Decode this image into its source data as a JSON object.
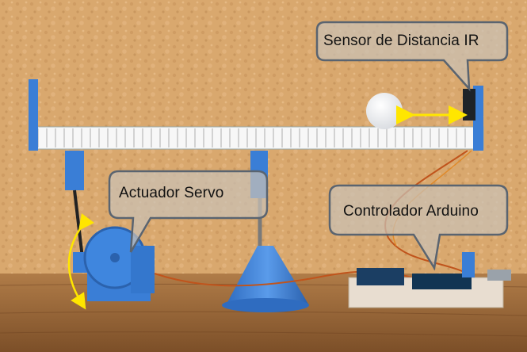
{
  "labels": {
    "sensor": "Sensor de Distancia IR",
    "actuator": "Actuador Servo",
    "controller": "Controlador Arduino"
  },
  "colors": {
    "wall": "#d9a86e",
    "table": "#9a6a3c",
    "plastic_blue": "#3a7ed6",
    "callout_fill": "#c9c1b6",
    "callout_stroke": "#5a6470",
    "arrow_yellow": "#ffe600"
  }
}
